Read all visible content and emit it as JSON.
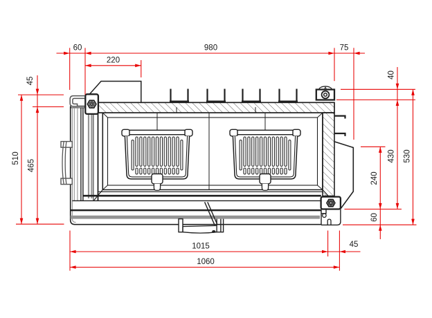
{
  "document": {
    "type": "technical dimension drawing",
    "subject": "fireplace insert front elevation"
  },
  "colors": {
    "dimension": "#e80000",
    "line": "#1f1f1f",
    "background": "#ffffff"
  },
  "dimensions": {
    "top_left_offset": "60",
    "opening_width": "980",
    "top_right_offset": "75",
    "plate_width": "220",
    "frame_top_height": "45",
    "door_height": "510",
    "glass_height": "465",
    "collar_height": "40",
    "right_upper_height": "430",
    "right_total_height": "530",
    "flue_offset": "240",
    "base_height": "60",
    "inner_width": "1015",
    "total_width": "1060",
    "base_right_offset": "45"
  }
}
